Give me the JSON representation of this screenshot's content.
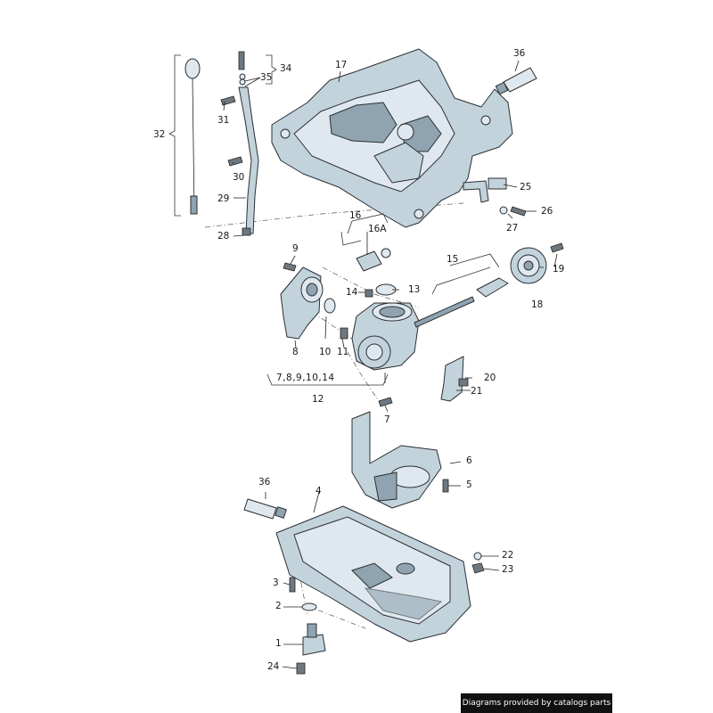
{
  "callouts": {
    "c1": "1",
    "c2": "2",
    "c3": "3",
    "c4": "4",
    "c5": "5",
    "c6": "6",
    "c7a": "7",
    "c8": "8",
    "c9": "9",
    "c10": "10",
    "c11": "11",
    "c12": "12",
    "c13": "13",
    "c14": "14",
    "c15": "15",
    "c16": "16",
    "c16a": "16A",
    "c17": "17",
    "c18": "18",
    "c19": "19",
    "c20": "20",
    "c21": "21",
    "c22": "22",
    "c23": "23",
    "c24": "24",
    "c25": "25",
    "c26": "26",
    "c27": "27",
    "c28": "28",
    "c29": "29",
    "c30": "30",
    "c31": "31",
    "c32": "32",
    "c34": "34",
    "c35": "35",
    "c36a": "36",
    "c36b": "36",
    "group_7_14": "7,8,9,10,14"
  },
  "footer": {
    "credit": "Diagrams provided by catalogs parts"
  },
  "icons": {
    "pan": "oil-pan-icon",
    "upper": "upper-oil-sump-icon",
    "pump": "oil-pump-icon",
    "sprocket": "sprocket-icon",
    "dipstick": "dipstick-icon",
    "sealant": "sealant-tube-icon"
  }
}
